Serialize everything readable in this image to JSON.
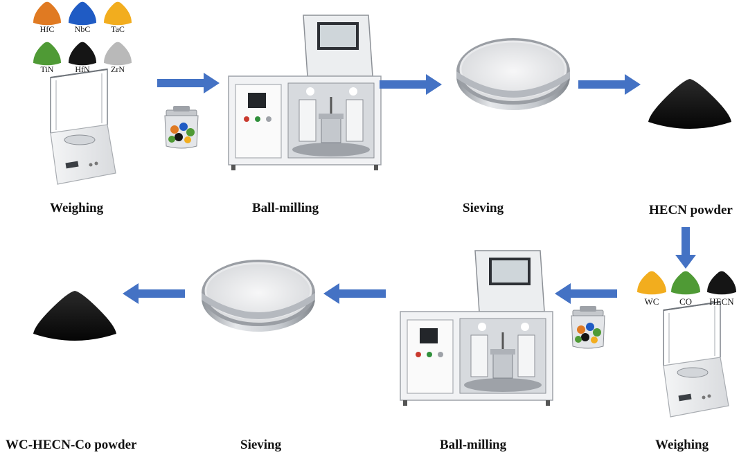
{
  "row1": {
    "materials": [
      {
        "name": "HfC",
        "color": "#e07a22"
      },
      {
        "name": "NbC",
        "color": "#1f5bc4"
      },
      {
        "name": "TaC",
        "color": "#f2ad1e"
      },
      {
        "name": "TiN",
        "color": "#4f9a35"
      },
      {
        "name": "HfN",
        "color": "#151515"
      },
      {
        "name": "ZrN",
        "color": "#b9b9b9"
      }
    ],
    "steps": [
      "Weighing",
      "Ball-milling",
      "Sieving",
      "HECN powder"
    ]
  },
  "row2": {
    "materials": [
      {
        "name": "WC",
        "color": "#f2ad1e"
      },
      {
        "name": "CO",
        "color": "#4f9a35"
      },
      {
        "name": "HECN",
        "color": "#151515"
      }
    ],
    "steps": [
      "Weighing",
      "Ball-milling",
      "Sieving",
      "WC-HECN-Co powder"
    ]
  },
  "colors": {
    "arrow": "#4472c4",
    "powder": "#141414",
    "metal": "#c9ccd1"
  }
}
